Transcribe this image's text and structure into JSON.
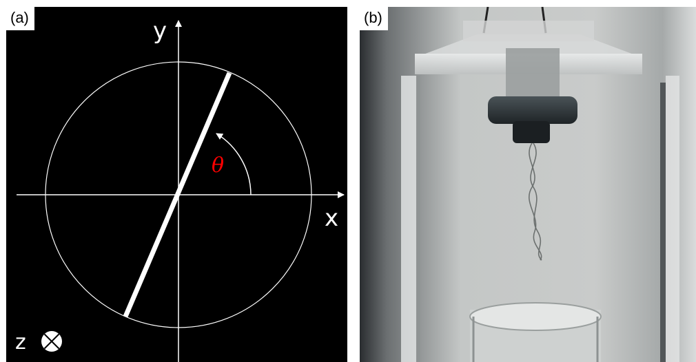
{
  "panel_a": {
    "label": "(a)",
    "x_axis_label": "x",
    "y_axis_label": "y",
    "z_axis_label": "z",
    "angle_label": "θ",
    "angle_label_color": "#ff0000",
    "background_color": "#000000",
    "line_color": "#ffffff",
    "z_symbol": "into-page-cross-icon"
  },
  "panel_b": {
    "label": "(b)",
    "content": "photograph-of-twisted-ribbon-hanging-in-glass-vessel"
  }
}
